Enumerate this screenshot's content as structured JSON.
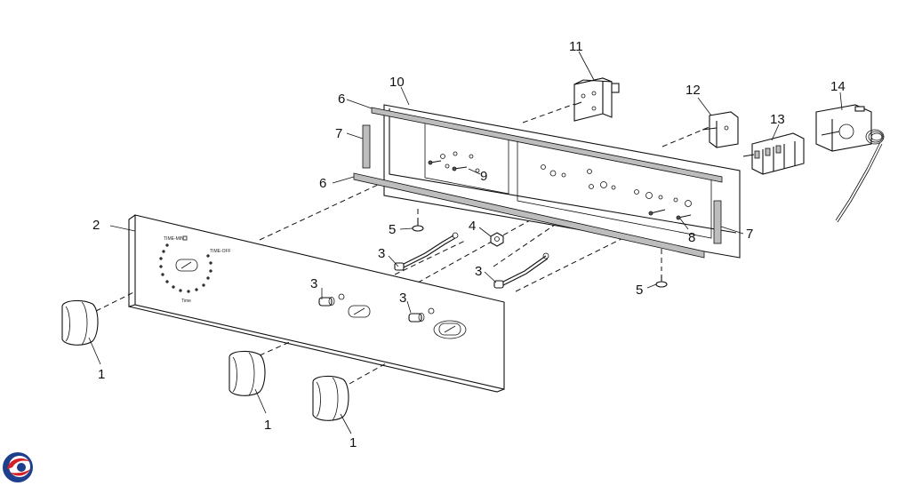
{
  "diagram": {
    "callouts": {
      "c1a": "1",
      "c1b": "1",
      "c1c": "1",
      "c2": "2",
      "c3a": "3",
      "c3b": "3",
      "c3c": "3",
      "c3d": "3",
      "c4": "4",
      "c5a": "5",
      "c5b": "5",
      "c6a": "6",
      "c6b": "6",
      "c7a": "7",
      "c7b": "7",
      "c8": "8",
      "c9": "9",
      "c10": "10",
      "c11": "11",
      "c12": "12",
      "c13": "13",
      "c14": "14"
    },
    "dial_labels": {
      "top_left": "TIME-MIN",
      "top_right": "TIME-OFF",
      "bottom": "Time"
    }
  },
  "colors": {
    "line": "#111111",
    "logo_red": "#d62027",
    "logo_blue": "#1d3f8c"
  },
  "logo": {
    "name": "brand-logo"
  }
}
